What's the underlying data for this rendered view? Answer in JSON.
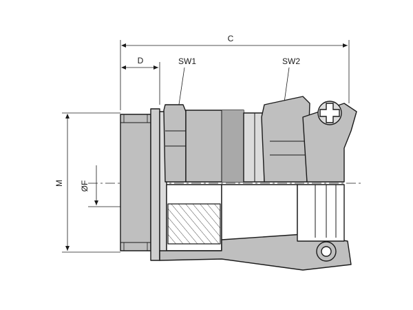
{
  "drawing": {
    "labels": {
      "c": "C",
      "d": "D",
      "sw1": "SW1",
      "sw2": "SW2",
      "m": "M",
      "f": "ØF"
    },
    "colors": {
      "line": "#1a1a1a",
      "metal": "#bfbfbf",
      "metal_light": "#dcdcdc",
      "metal_dark": "#9a9a9a",
      "background": "#ffffff"
    },
    "icons": [
      "cross-head-screw-icon"
    ]
  }
}
